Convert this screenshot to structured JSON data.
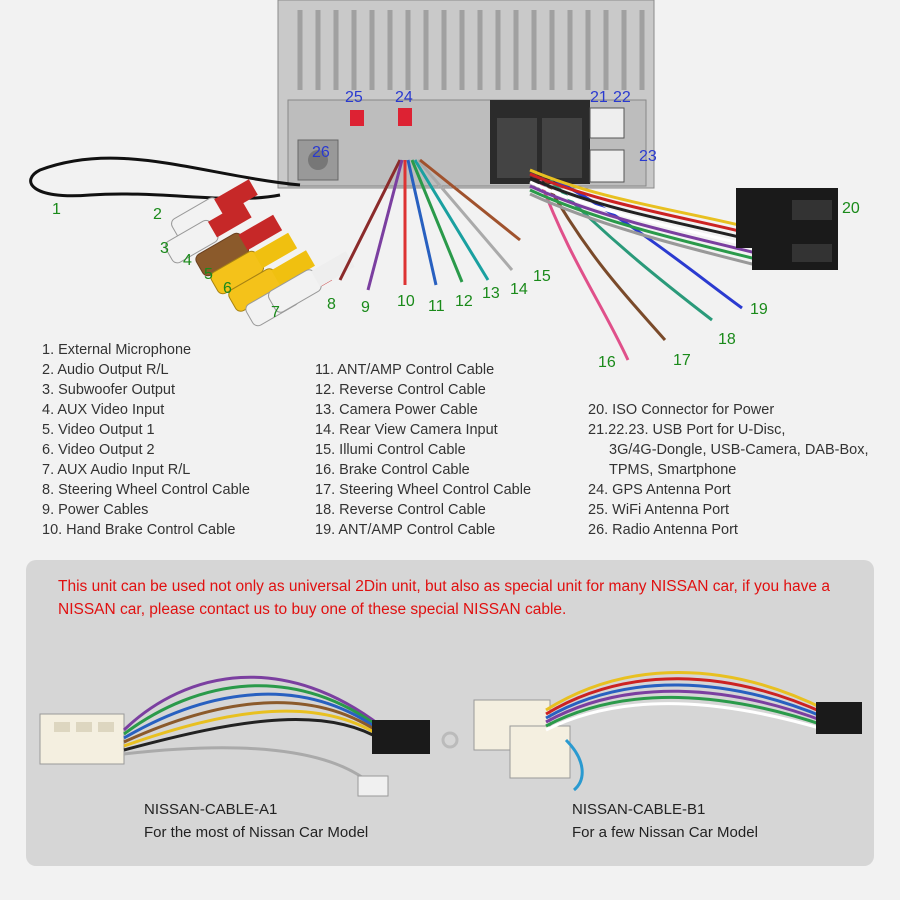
{
  "callouts": {
    "n1": "1",
    "n2": "2",
    "n3": "3",
    "n4": "4",
    "n5": "5",
    "n6": "6",
    "n7": "7",
    "n8": "8",
    "n9": "9",
    "n10": "10",
    "n11": "11",
    "n12": "12",
    "n13": "13",
    "n14": "14",
    "n15": "15",
    "n16": "16",
    "n17": "17",
    "n18": "18",
    "n19": "19",
    "n20": "20",
    "n21": "21",
    "n22": "22",
    "n23": "23",
    "n24": "24",
    "n25": "25",
    "n26": "26"
  },
  "legend": {
    "col1": [
      "1. External Microphone",
      "2. Audio Output R/L",
      "3. Subwoofer Output",
      "4. AUX Video Input",
      "5. Video Output 1",
      "6. Video Output 2",
      "7. AUX Audio Input R/L",
      "8. Steering Wheel Control Cable",
      "9. Power Cables",
      "10. Hand Brake Control Cable"
    ],
    "col2": [
      "11. ANT/AMP Control Cable",
      "12. Reverse Control Cable",
      "13. Camera Power Cable",
      "14. Rear View Camera Input",
      "15. Illumi Control Cable",
      "16. Brake Control Cable",
      "17. Steering Wheel Control Cable",
      "18. Reverse Control Cable",
      "19. ANT/AMP Control Cable"
    ],
    "col3": [
      "20. ISO Connector for Power",
      "21.22.23. USB Port for U-Disc,",
      "3G/4G-Dongle, USB-Camera, DAB-Box,",
      "TPMS, Smartphone",
      "24. GPS Antenna Port",
      "25. WiFi Antenna Port",
      "26. Radio Antenna Port"
    ]
  },
  "nissan": {
    "notice": "This unit can be used not only as universal 2Din unit, but also as special unit for many NISSAN car, if you have a NISSAN car, please contact us to buy one of these special NISSAN cable.",
    "cable_a_name": "NISSAN-CABLE-A1",
    "cable_a_desc": "For the most of Nissan Car Model",
    "cable_b_name": "NISSAN-CABLE-B1",
    "cable_b_desc": "For a few Nissan Car Model"
  },
  "colors": {
    "label_green": "#1a8a1a",
    "label_blue": "#2a3ad0",
    "notice_red": "#e01010"
  }
}
